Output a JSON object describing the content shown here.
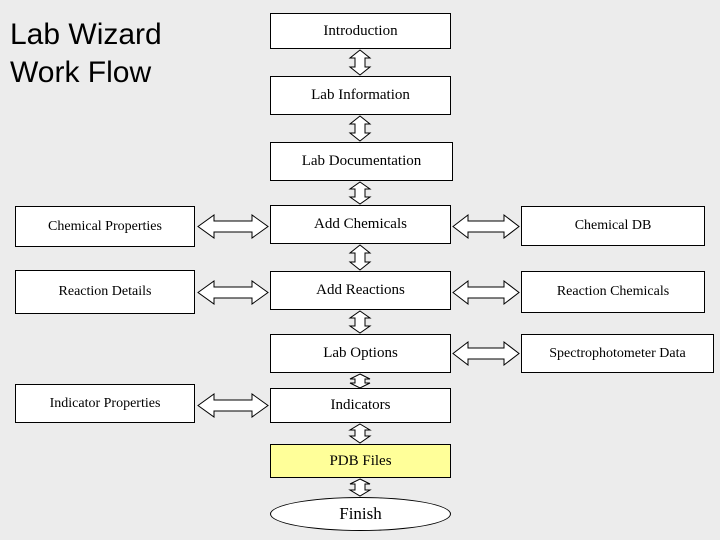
{
  "title": {
    "line1": "Lab Wizard",
    "line2": "Work Flow",
    "text": "Lab Wizard\nWork Flow"
  },
  "diagram": {
    "type": "flowchart",
    "center_nodes": [
      {
        "id": "introduction",
        "label": "Introduction"
      },
      {
        "id": "lab-information",
        "label": "Lab Information"
      },
      {
        "id": "lab-documentation",
        "label": "Lab Documentation"
      },
      {
        "id": "add-chemicals",
        "label": "Add Chemicals"
      },
      {
        "id": "add-reactions",
        "label": "Add Reactions"
      },
      {
        "id": "lab-options",
        "label": "Lab Options"
      },
      {
        "id": "indicators",
        "label": "Indicators"
      },
      {
        "id": "pdb-files",
        "label": "PDB Files"
      },
      {
        "id": "finish",
        "label": "Finish"
      }
    ],
    "left_nodes": [
      {
        "id": "chemical-properties",
        "label": "Chemical Properties"
      },
      {
        "id": "reaction-details",
        "label": "Reaction Details"
      },
      {
        "id": "indicator-properties",
        "label": "Indicator Properties"
      }
    ],
    "right_nodes": [
      {
        "id": "chemical-db",
        "label": "Chemical DB"
      },
      {
        "id": "reaction-chemicals",
        "label": "Reaction Chemicals"
      },
      {
        "id": "spectrophotometer-data",
        "label": "Spectrophotometer Data"
      }
    ],
    "colors": {
      "background": "#ececec",
      "node_fill": "#ffffff",
      "node_border": "#000000",
      "highlight_fill": "#ffff99",
      "text": "#000000"
    }
  }
}
